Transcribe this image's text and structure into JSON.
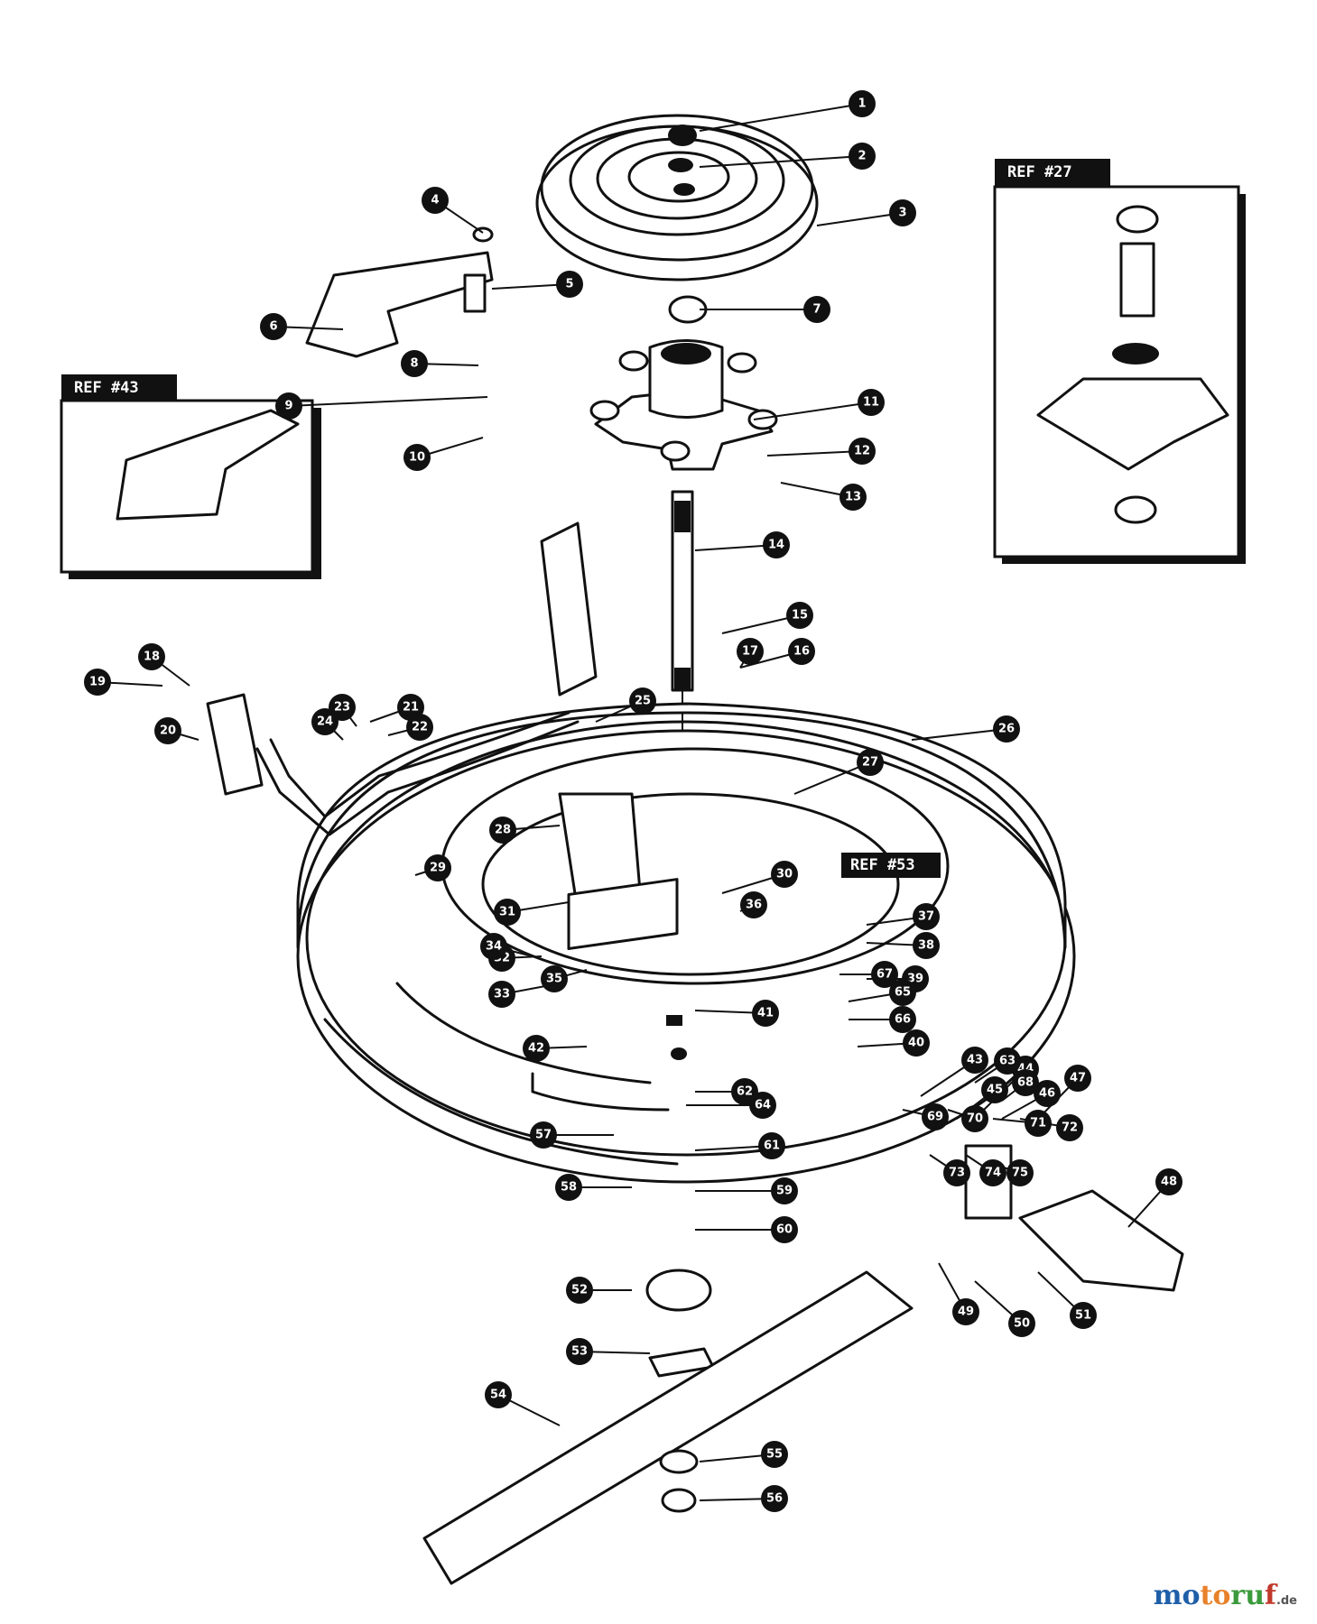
{
  "refs": [
    {
      "id": "ref-43",
      "label": "REF #43"
    },
    {
      "id": "ref-27",
      "label": "REF #27"
    },
    {
      "id": "ref-53",
      "label": "REF #53"
    }
  ],
  "callouts": [
    {
      "label": "1"
    },
    {
      "label": "2"
    },
    {
      "label": "3"
    },
    {
      "label": "4"
    },
    {
      "label": "5"
    },
    {
      "label": "6"
    },
    {
      "label": "7"
    },
    {
      "label": "8"
    },
    {
      "label": "9"
    },
    {
      "label": "10"
    },
    {
      "label": "11"
    },
    {
      "label": "12"
    },
    {
      "label": "13"
    },
    {
      "label": "14"
    },
    {
      "label": "15"
    },
    {
      "label": "16"
    },
    {
      "label": "17"
    },
    {
      "label": "18"
    },
    {
      "label": "19"
    },
    {
      "label": "20"
    },
    {
      "label": "21"
    },
    {
      "label": "22"
    },
    {
      "label": "23"
    },
    {
      "label": "24"
    },
    {
      "label": "25"
    },
    {
      "label": "26"
    },
    {
      "label": "27"
    },
    {
      "label": "28"
    },
    {
      "label": "29"
    },
    {
      "label": "30"
    },
    {
      "label": "31"
    },
    {
      "label": "32"
    },
    {
      "label": "33"
    },
    {
      "label": "34"
    },
    {
      "label": "35"
    },
    {
      "label": "36"
    },
    {
      "label": "37"
    },
    {
      "label": "38"
    },
    {
      "label": "39"
    },
    {
      "label": "40"
    },
    {
      "label": "41"
    },
    {
      "label": "42"
    },
    {
      "label": "43"
    },
    {
      "label": "44"
    },
    {
      "label": "45"
    },
    {
      "label": "46"
    },
    {
      "label": "47"
    },
    {
      "label": "48"
    },
    {
      "label": "49"
    },
    {
      "label": "50"
    },
    {
      "label": "51"
    },
    {
      "label": "52"
    },
    {
      "label": "53"
    },
    {
      "label": "54"
    },
    {
      "label": "55"
    },
    {
      "label": "56"
    },
    {
      "label": "57"
    },
    {
      "label": "58"
    },
    {
      "label": "59"
    },
    {
      "label": "60"
    },
    {
      "label": "61"
    },
    {
      "label": "62"
    },
    {
      "label": "63"
    },
    {
      "label": "64"
    },
    {
      "label": "65"
    },
    {
      "label": "66"
    },
    {
      "label": "67"
    },
    {
      "label": "68"
    },
    {
      "label": "69"
    },
    {
      "label": "70"
    },
    {
      "label": "71"
    },
    {
      "label": "72"
    },
    {
      "label": "73"
    },
    {
      "label": "74"
    },
    {
      "label": "75"
    }
  ],
  "watermark": {
    "part1": "mo",
    "part2": "to",
    "part3": "ru",
    "part4": "f",
    "suffix": ".de"
  }
}
